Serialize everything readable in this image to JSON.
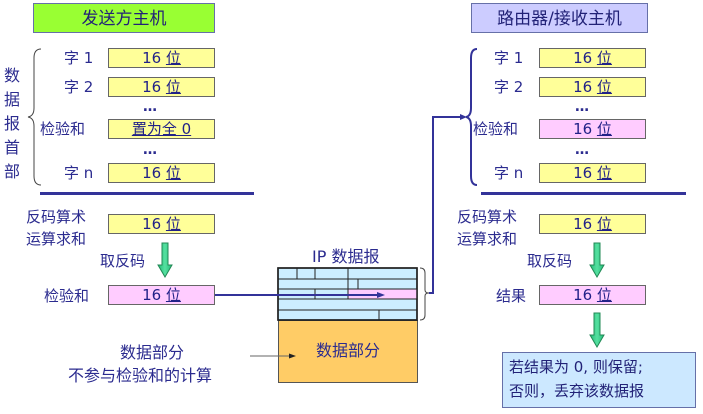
{
  "sender": {
    "title": "发送方主机",
    "title_bg": "#99ff33",
    "vertical_label": [
      "数",
      "据",
      "报",
      "首",
      "部"
    ],
    "rows": [
      {
        "label": "字 1",
        "value": "16 ",
        "unit": "位",
        "color": "yellow"
      },
      {
        "label": "字 2",
        "value": "16 ",
        "unit": "位",
        "color": "yellow"
      },
      {
        "label": "检验和",
        "value": "置为全 0",
        "unit": "",
        "color": "yellow"
      },
      {
        "label": "字 n",
        "value": "16 ",
        "unit": "位",
        "color": "yellow"
      }
    ],
    "ellipsis": "…",
    "sum_label_line1": "反码算术",
    "sum_label_line2": "运算求和",
    "sum_value": "16 ",
    "sum_unit": "位",
    "complement_label": "取反码",
    "checksum_label": "检验和",
    "checksum_value": "16 ",
    "checksum_unit": "位",
    "data_note_line1": "数据部分",
    "data_note_line2": "不参与检验和的计算"
  },
  "ip_datagram": {
    "title": "IP 数据报",
    "header_bg": "#cceeff",
    "checksum_bg": "#ffccff",
    "data_label": "数据部分",
    "data_bg": "#ffcc66"
  },
  "receiver": {
    "title": "路由器/接收主机",
    "title_bg": "#ccccff",
    "rows": [
      {
        "label": "字 1",
        "value": "16 ",
        "unit": "位",
        "color": "yellow"
      },
      {
        "label": "字 2",
        "value": "16 ",
        "unit": "位",
        "color": "yellow"
      },
      {
        "label": "检验和",
        "value": "16 ",
        "unit": "位",
        "color": "pink"
      },
      {
        "label": "字 n",
        "value": "16 ",
        "unit": "位",
        "color": "yellow"
      }
    ],
    "ellipsis": "…",
    "sum_label_line1": "反码算术",
    "sum_label_line2": "运算求和",
    "sum_value": "16 ",
    "sum_unit": "位",
    "complement_label": "取反码",
    "result_label": "结果",
    "result_value": "16 ",
    "result_unit": "位",
    "decision_line1": "若结果为 0, 则保留;",
    "decision_line2": "否则，丢弃该数据报",
    "decision_bg": "#cce8ff"
  },
  "colors": {
    "text": "#2b2b8f",
    "line": "#333399",
    "arrow": "#33cc88",
    "yellow": "#ffff99",
    "pink": "#ffccff"
  }
}
